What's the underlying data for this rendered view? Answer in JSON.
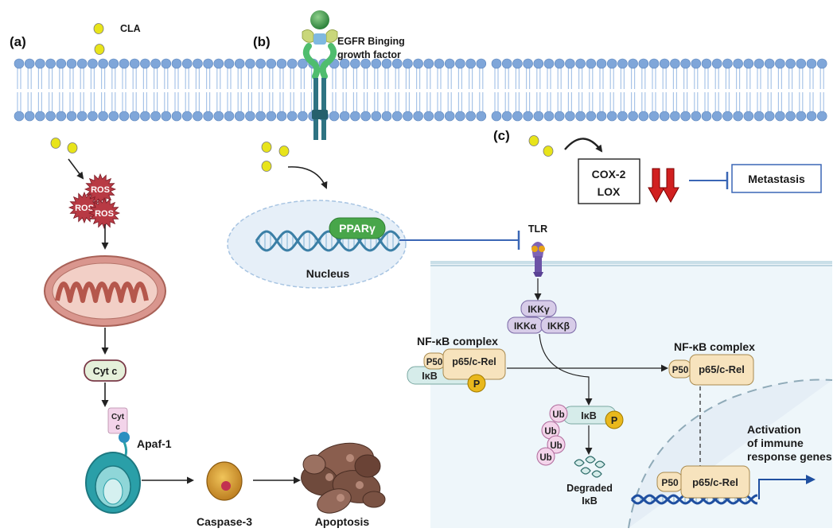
{
  "panels": {
    "a": "(a)",
    "b": "(b)",
    "c": "(c)"
  },
  "labels": {
    "cla": "CLA",
    "egfr_line1": "EGFR Binging",
    "egfr_line2": "growth factor",
    "ros": "ROS",
    "cyt_c": "Cyt c",
    "cyt_small_1": "Cyt",
    "cyt_small_2": "c",
    "apaf1": "Apaf-1",
    "caspase3": "Caspase-3",
    "apoptosis": "Apoptosis",
    "ppar": "PPARγ",
    "nucleus": "Nucleus",
    "cox2": "COX-2",
    "lox": "LOX",
    "metastasis": "Metastasis",
    "tlr": "TLR",
    "ikk_gamma": "IKKγ",
    "ikk_alpha": "IKKα",
    "ikk_beta": "IKKβ",
    "nfkb_complex_1": "NF-κB complex",
    "nfkb_complex_2": "NF-κB complex",
    "p50": "P50",
    "p65": "p65/c-Rel",
    "ikb": "IκB",
    "p": "P",
    "ub": "Ub",
    "degraded_1": "Degraded",
    "degraded_2": "IκB",
    "activation_1": "Activation",
    "activation_2": "of immune",
    "activation_3": "response genes"
  },
  "colors": {
    "cla_yellow": "#e8e41a",
    "membrane_blue": "#7fa6d9",
    "ros_red": "#b83a44",
    "mito_pink": "#d9968e",
    "cyt_green": "#e5f0da",
    "apaf_teal": "#2a9fa8",
    "caspase_orange": "#d69a2c",
    "apoptosis_brown": "#7a5243",
    "ppar_green": "#48a64a",
    "dna_blue": "#3b7fa6",
    "nucleus_fill": "#e6eff8",
    "inhibit_blue": "#3a66b5",
    "down_arrow_red": "#d12020",
    "cell_fill": "#eef6fa",
    "ikk_purple": "#d7cce8",
    "p65_fill": "#f7e3bd",
    "ikb_fill": "#d6ecea",
    "p_yellow": "#e9b81c",
    "ub_pink": "#f3d4ea",
    "activation_arrow": "#1f4fa0"
  }
}
